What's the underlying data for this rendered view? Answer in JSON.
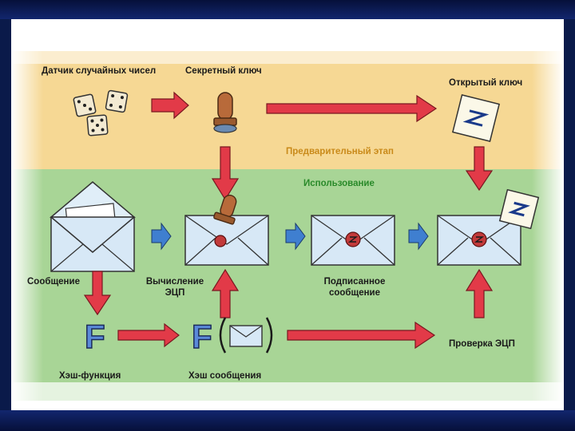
{
  "labels": {
    "rng": "Датчик случайных чисел",
    "secret_key": "Секретный ключ",
    "public_key": "Открытый ключ",
    "message": "Сообщение",
    "compute_sig_line1": "Вычисление",
    "compute_sig_line2": "ЭЦП",
    "signed_msg_line1": "Подписанное",
    "signed_msg_line2": "сообщение",
    "verify": "Проверка ЭЦП",
    "hash_func": "Хэш-функция",
    "hash_msg": "Хэш сообщения",
    "hash_symbol": "F"
  },
  "stages": {
    "prelim": "Предварительный этап",
    "usage": "Использование"
  },
  "colors": {
    "prelim_bg": "#f6d894",
    "usage_bg": "#a8d596",
    "arrow_red": "#e23a48",
    "arrow_blue": "#3f7fd0",
    "prelim_text": "#c98a1a",
    "usage_text": "#2a8a2a",
    "frame": "#0a1a4a"
  },
  "icons": [
    "dice-icon",
    "stamp-icon",
    "key-card-icon",
    "envelope-icon",
    "seal-icon",
    "hash-function-icon"
  ]
}
